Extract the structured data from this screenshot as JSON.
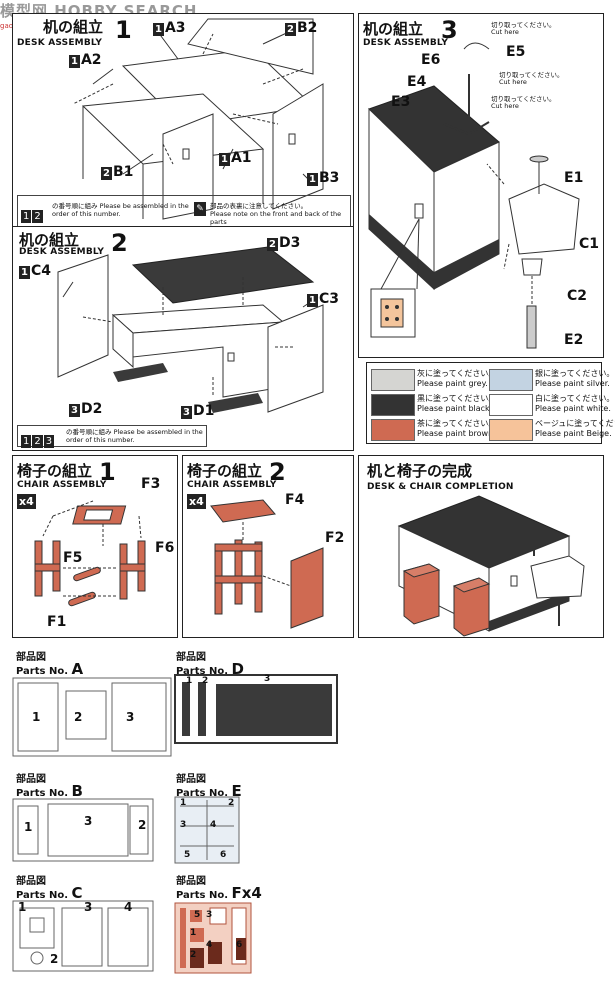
{
  "watermark": {
    "text": "模型网 HOBBY SEARCH",
    "site": "gao.shan.com"
  },
  "step1": {
    "jp": "机の組立",
    "en": "DESK ASSEMBLY",
    "num": "1",
    "labels": {
      "a2": "A2",
      "a3": "A3",
      "b2": "B2",
      "b1": "B1",
      "a1": "A1",
      "b3": "B3"
    },
    "note_order_tags": [
      "1",
      "2"
    ],
    "note_order_jp": "の番号順に組み",
    "note_order_en": "Please be assembled in the order of this number.",
    "note_front_jp": "部品の表裏に注意してください。",
    "note_front_en": "Please note on the front and back of the parts"
  },
  "step2": {
    "jp": "机の組立",
    "en": "DESK ASSEMBLY",
    "num": "2",
    "labels": {
      "d3": "D3",
      "c4": "C4",
      "c3": "C3",
      "d2": "D2",
      "d1": "D1"
    },
    "note_order_tags": [
      "1",
      "2",
      "3"
    ],
    "note_order_jp": "の番号順に組み",
    "note_order_en": "Please be assembled in the order of this number."
  },
  "step3": {
    "jp": "机の組立",
    "en": "DESK ASSEMBLY",
    "num": "3",
    "labels": {
      "e5": "E5",
      "e6": "E6",
      "e4": "E4",
      "e3": "E3",
      "e1": "E1",
      "c1": "C1",
      "c2": "C2",
      "e2": "E2"
    },
    "cut_jp": "切り取ってください。",
    "cut_en": "Cut here"
  },
  "paint": [
    {
      "jp": "灰に塗ってください。",
      "en": "Please paint grey.",
      "color": "#d5d5d2"
    },
    {
      "jp": "銀に塗ってください。",
      "en": "Please paint silver.",
      "color": "#c3d3e2"
    },
    {
      "jp": "黒に塗ってください。",
      "en": "Please paint black.",
      "color": "#333333"
    },
    {
      "jp": "白に塗ってください。",
      "en": "Please paint white.",
      "color": "#ffffff"
    },
    {
      "jp": "茶に塗ってください。",
      "en": "Please paint brown.",
      "color": "#cf6a52"
    },
    {
      "jp": "ベージュに塗ってください。",
      "en": "Please paint Beige.",
      "color": "#f6c39a"
    }
  ],
  "chair1": {
    "jp": "椅子の組立",
    "en": "CHAIR ASSEMBLY",
    "num": "1",
    "qty": "x4",
    "labels": {
      "f3": "F3",
      "f5": "F5",
      "f6": "F6",
      "f1": "F1"
    }
  },
  "chair2": {
    "jp": "椅子の組立",
    "en": "CHAIR ASSEMBLY",
    "num": "2",
    "qty": "x4",
    "labels": {
      "f4": "F4",
      "f2": "F2"
    }
  },
  "completion": {
    "jp": "机と椅子の完成",
    "en": "DESK & CHAIR COMPLETION"
  },
  "parts": [
    {
      "jp": "部品図",
      "en_prefix": "Parts No.",
      "letter": "A",
      "nums": [
        "1",
        "2",
        "3"
      ]
    },
    {
      "jp": "部品図",
      "en_prefix": "Parts No.",
      "letter": "B",
      "nums": [
        "1",
        "2",
        "3"
      ]
    },
    {
      "jp": "部品図",
      "en_prefix": "Parts No.",
      "letter": "C",
      "nums": [
        "1",
        "2",
        "3",
        "4"
      ]
    },
    {
      "jp": "部品図",
      "en_prefix": "Parts No.",
      "letter": "D",
      "nums": [
        "1",
        "2",
        "3"
      ]
    },
    {
      "jp": "部品図",
      "en_prefix": "Parts No.",
      "letter": "E",
      "nums": [
        "1",
        "2",
        "3",
        "4",
        "5",
        "6"
      ]
    },
    {
      "jp": "部品図",
      "en_prefix": "Parts No.",
      "letter": "Fx4",
      "nums": [
        "1",
        "2",
        "3",
        "4",
        "5",
        "6"
      ]
    }
  ]
}
